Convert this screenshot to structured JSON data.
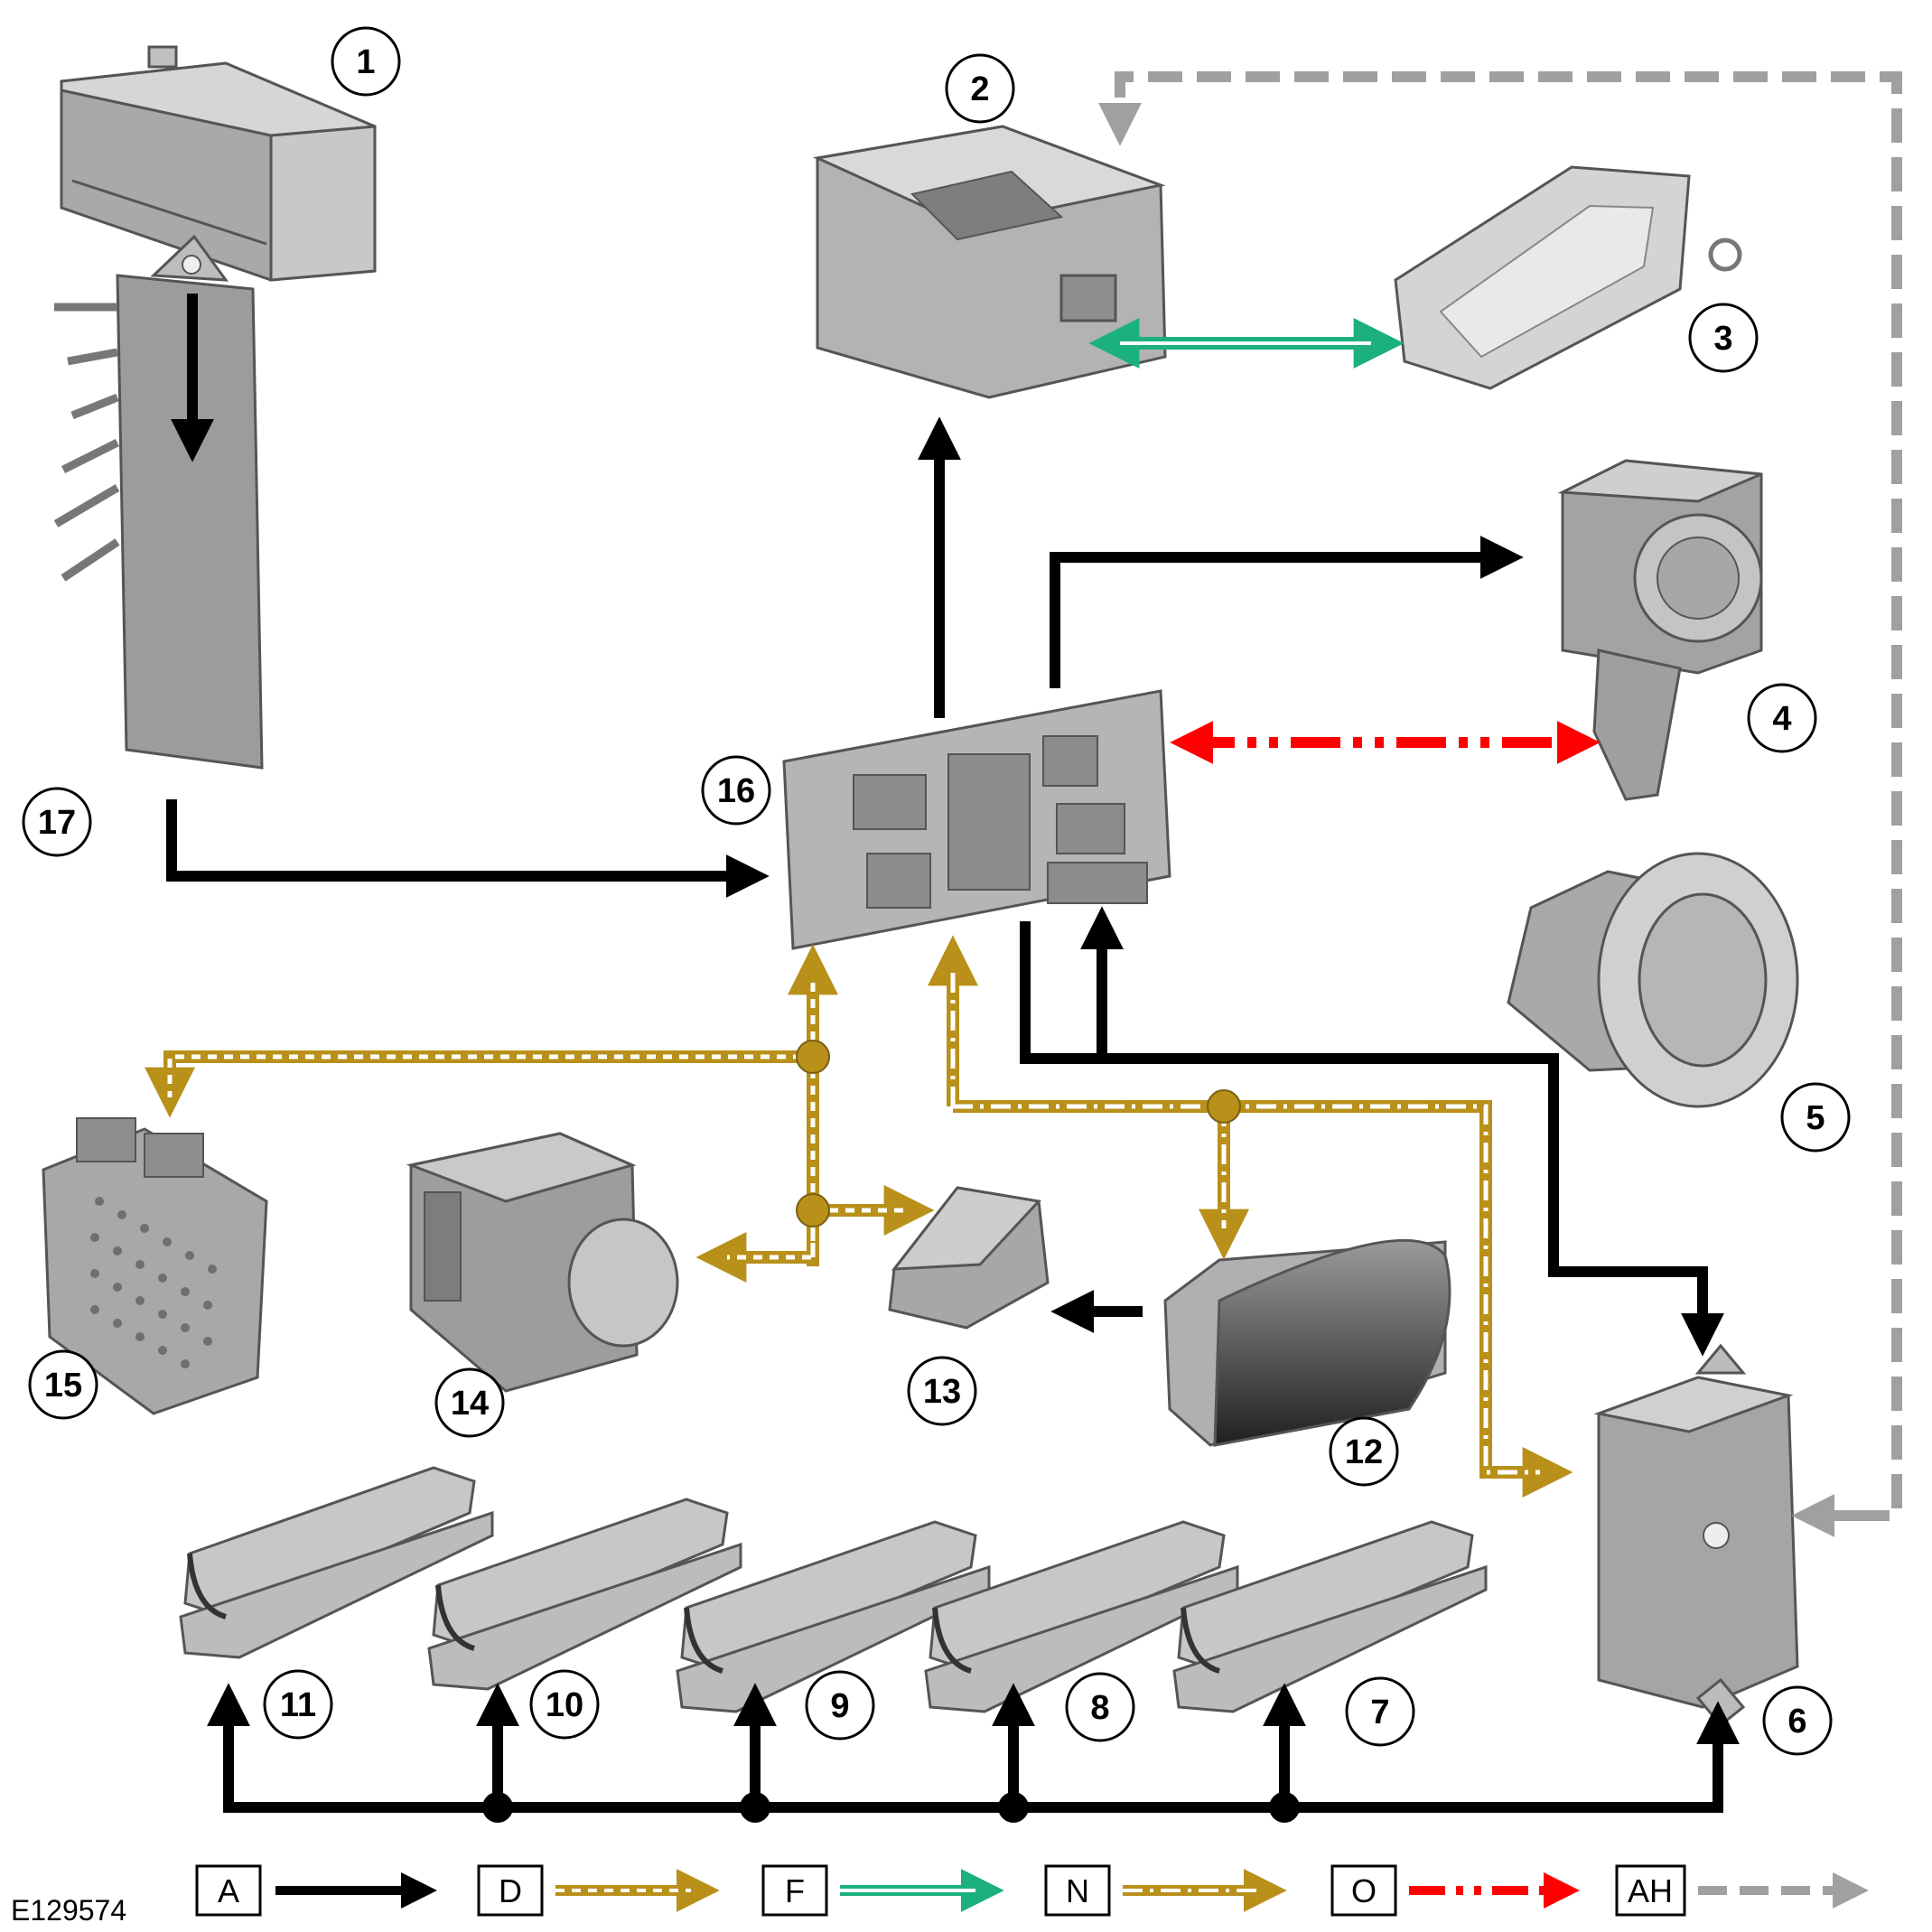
{
  "figure_ref": "E129574",
  "callouts": [
    "1",
    "2",
    "3",
    "4",
    "5",
    "6",
    "7",
    "8",
    "9",
    "10",
    "11",
    "12",
    "13",
    "14",
    "15",
    "16",
    "17"
  ],
  "legend": [
    {
      "code": "A"
    },
    {
      "code": "D"
    },
    {
      "code": "F"
    },
    {
      "code": "N"
    },
    {
      "code": "O"
    },
    {
      "code": "AH"
    }
  ],
  "colors": {
    "black": "#000000",
    "gold": "#b8901a",
    "green": "#1bb07d",
    "red": "#ff0000",
    "grey": "#a0a0a0",
    "component": "#b9b9b9",
    "component_dark": "#8a8a8a"
  }
}
